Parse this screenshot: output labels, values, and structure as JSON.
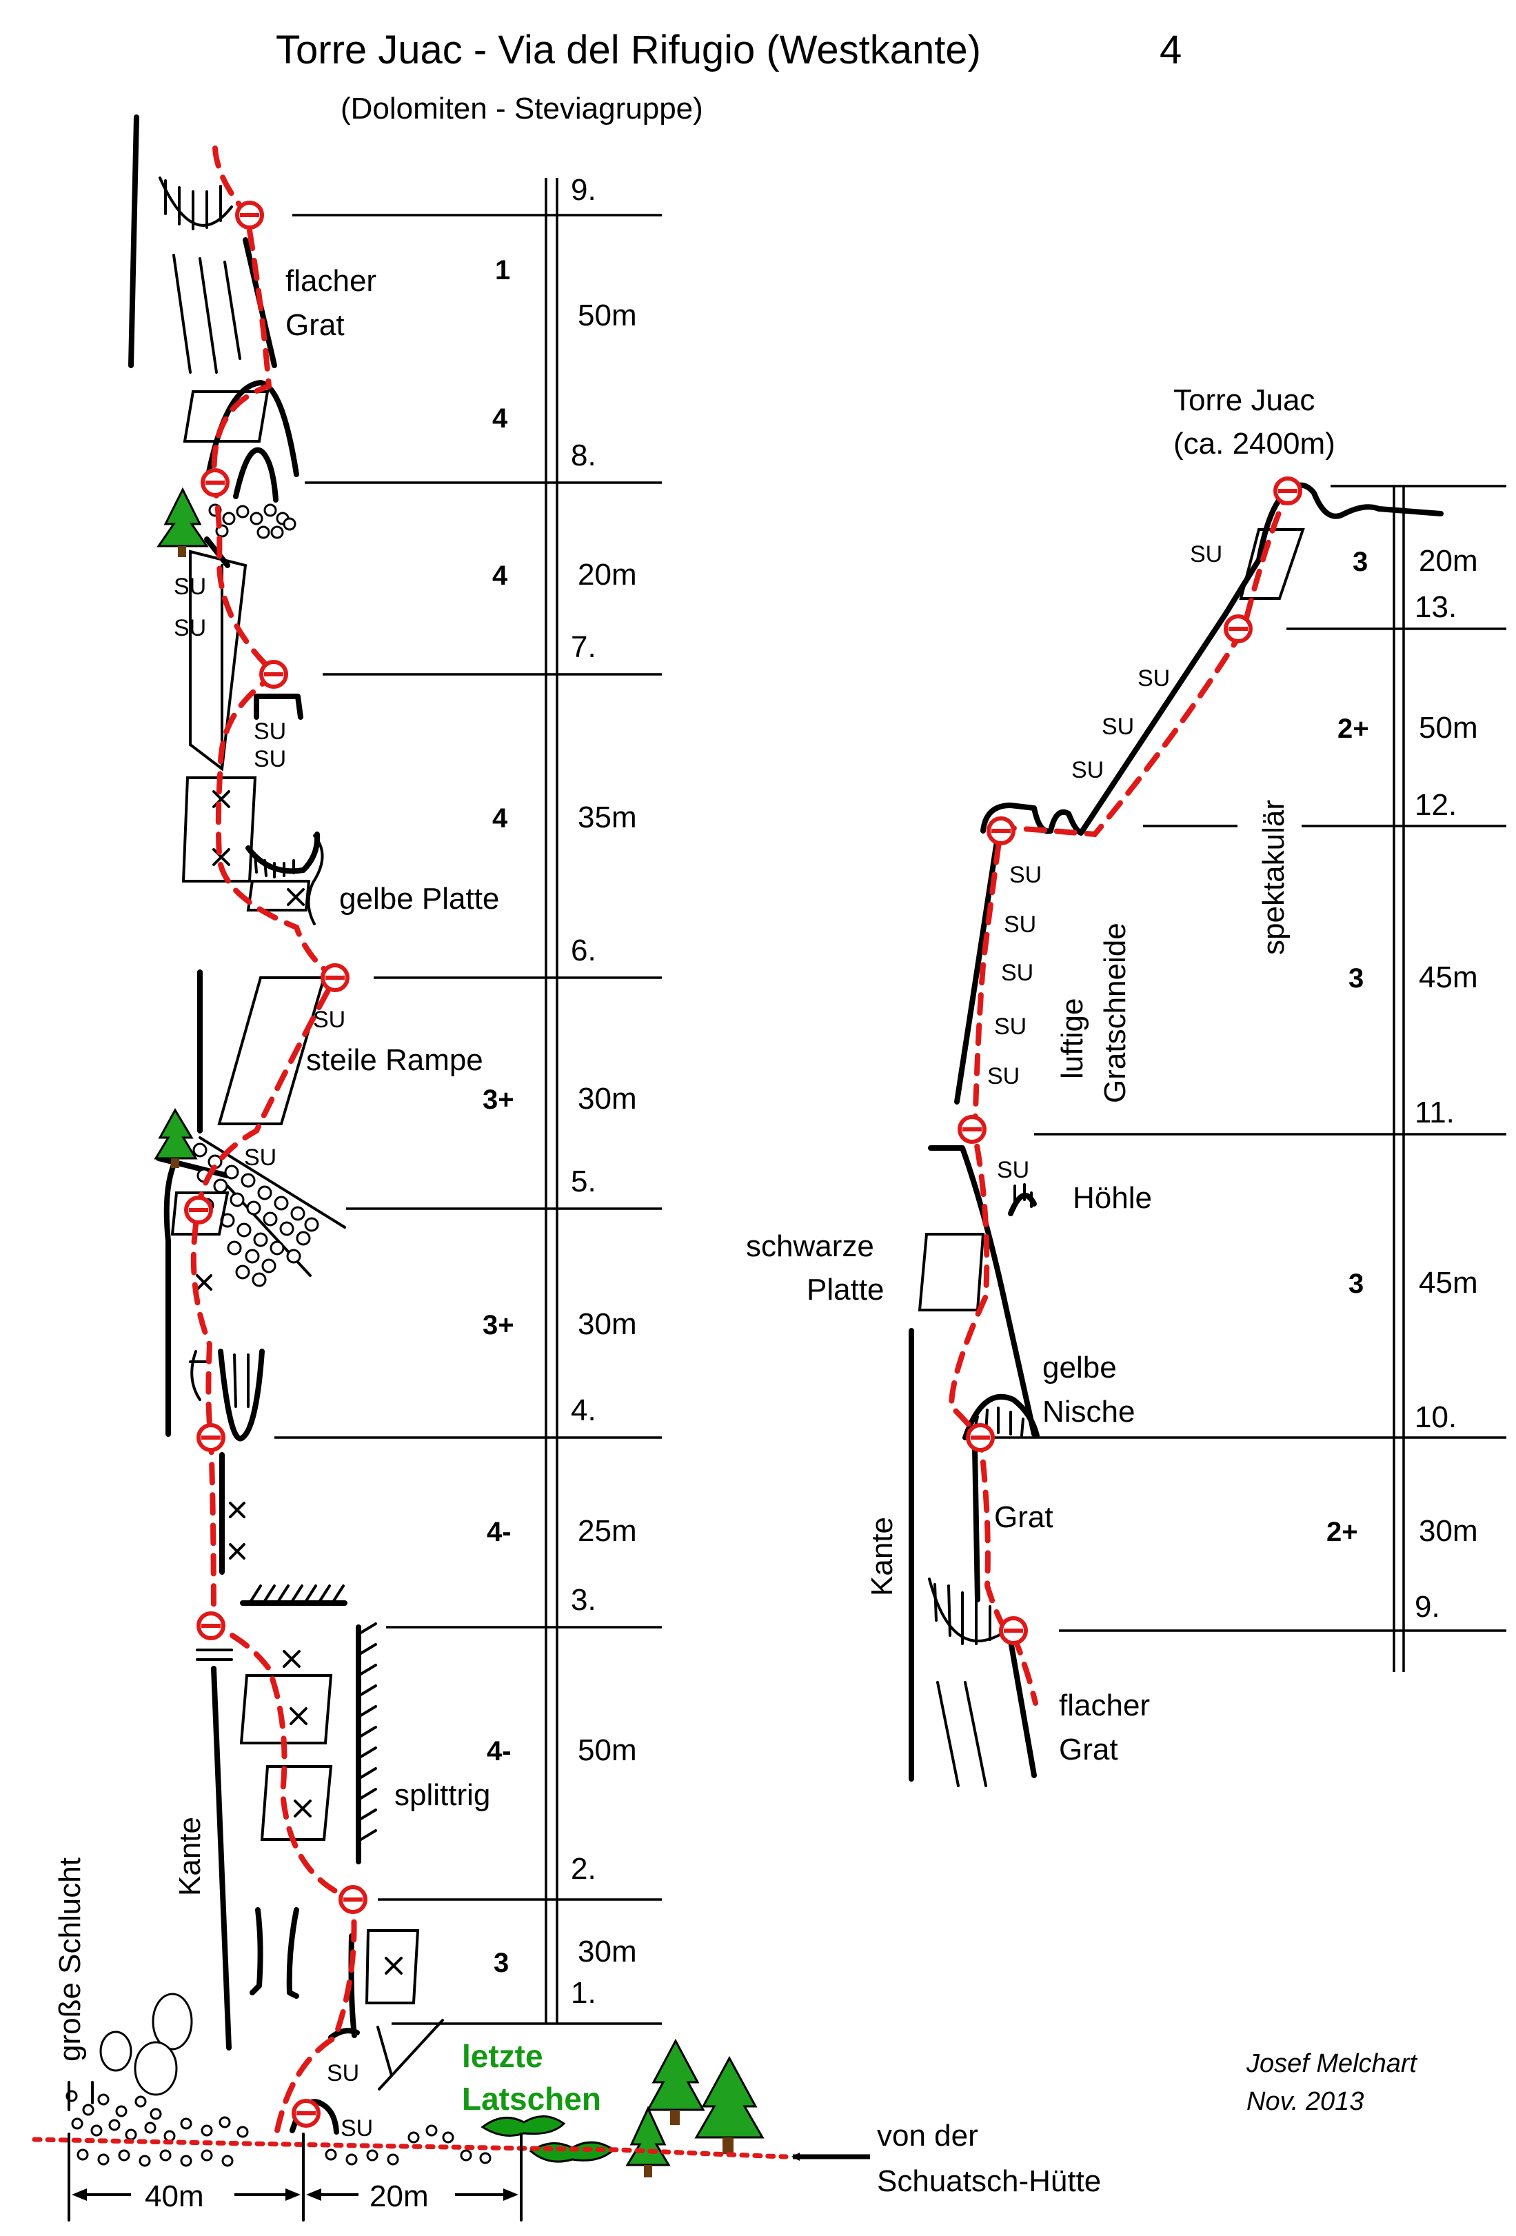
{
  "title": {
    "main": "Torre Juac - Via del Rifugio (Westkante)",
    "grade": "4",
    "region": "(Dolomiten - Steviagruppe)"
  },
  "summit": {
    "name": "Torre Juac",
    "altitude": "(ca. 2400m)"
  },
  "author": {
    "name": "Josef Melchart",
    "date": "Nov. 2013"
  },
  "left_pitches": [
    {
      "stand": "1.",
      "grade": "3",
      "length": "30m"
    },
    {
      "stand": "2.",
      "grade": "4-",
      "length": "50m"
    },
    {
      "stand": "3.",
      "grade": "4-",
      "length": "25m"
    },
    {
      "stand": "4.",
      "grade": "3+",
      "length": "30m"
    },
    {
      "stand": "5.",
      "grade": "3+",
      "length": "30m"
    },
    {
      "stand": "6.",
      "grade": "4",
      "length": "35m"
    },
    {
      "stand": "7.",
      "grade": "4",
      "length": "20m"
    },
    {
      "stand": "8.",
      "grade": "4",
      "length": ""
    },
    {
      "stand": "9.",
      "grade": "1",
      "length": "50m"
    }
  ],
  "right_pitches": [
    {
      "stand": "9.",
      "grade": "",
      "length": ""
    },
    {
      "stand": "10.",
      "grade": "2+",
      "length": "30m"
    },
    {
      "stand": "11.",
      "grade": "3",
      "length": "45m"
    },
    {
      "stand": "12.",
      "grade": "3",
      "length": "45m"
    },
    {
      "stand": "13.",
      "grade": "2+",
      "length": "50m"
    },
    {
      "stand": "",
      "grade": "3",
      "length": "20m"
    }
  ],
  "labels": {
    "flacher_grat": [
      "flacher",
      "Grat"
    ],
    "gelbe_platte": "gelbe Platte",
    "steile_rampe": "steile Rampe",
    "splittrig": "splittrig",
    "kante": "Kante",
    "grosse_schlucht": "große Schlucht",
    "letzte_latschen": [
      "letzte",
      "Latschen"
    ],
    "von_der_huette": [
      "von der",
      "Schuatsch-Hütte"
    ],
    "dist_40": "40m",
    "dist_20": "20m",
    "su": "SU",
    "hoehle": "Höhle",
    "schwarze_platte": [
      "schwarze",
      "Platte"
    ],
    "gelbe_nische": [
      "gelbe",
      "Nische"
    ],
    "grat": "Grat",
    "luftige_gratschneide": [
      "luftige",
      "Gratschneide"
    ],
    "spektakulaer": "spektakulär"
  },
  "colors": {
    "route": "#e01818",
    "belay": "#e01818",
    "latschen": "#129a12",
    "tree": "#1fa01f"
  }
}
